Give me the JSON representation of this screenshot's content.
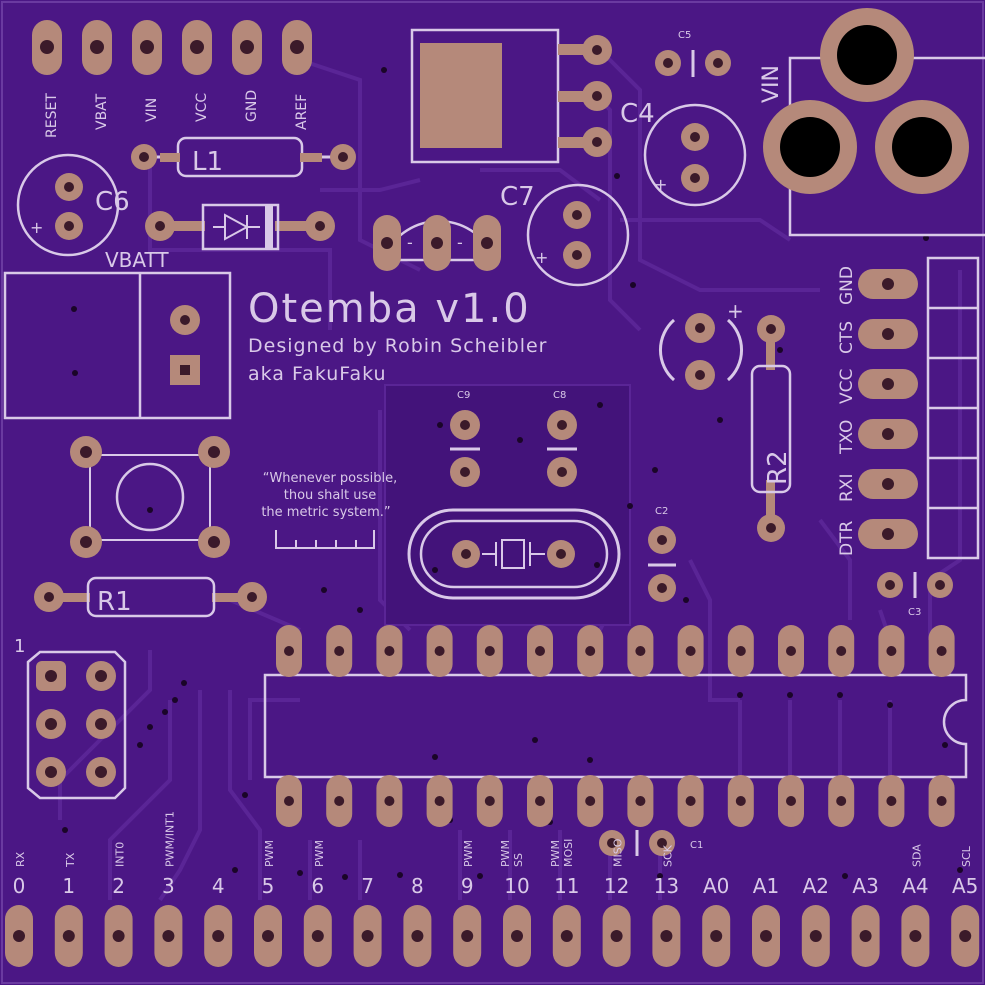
{
  "board": {
    "title": "Otemba v1.0",
    "designer": "Designed by Robin Scheibler",
    "aka": "aka FakuFaku",
    "quote": [
      "“Whenever possible,",
      "thou shalt use",
      "the metric system.”"
    ]
  },
  "colors": {
    "board": "#4b1785",
    "silk": "#d9c9e8",
    "pad": "#b5897a",
    "hole": "#000000"
  },
  "power_header_labels": [
    "RESET",
    "VBAT",
    "VIN",
    "VCC",
    "GND",
    "AREF"
  ],
  "ftdi_labels": [
    "GND",
    "CTS",
    "VCC",
    "TXO",
    "RXI",
    "DTR"
  ],
  "components": {
    "c1": "C1",
    "c2": "C2",
    "c3": "C3",
    "c4": "C4",
    "c5": "C5",
    "c6": "C6",
    "c7": "C7",
    "c8": "C8",
    "c9": "C9",
    "l1": "L1",
    "r1": "R1",
    "r2": "R2",
    "vbatt": "VBATT",
    "vin": "VIN",
    "icsp": "1",
    "minus": "-",
    "plus": "+"
  },
  "bottom_pins": {
    "numbers": [
      "0",
      "1",
      "2",
      "3",
      "4",
      "5",
      "6",
      "7",
      "8",
      "9",
      "10",
      "11",
      "12",
      "13",
      "A0",
      "A1",
      "A2",
      "A3",
      "A4",
      "A5"
    ],
    "functions": [
      [
        "RX"
      ],
      [
        "TX"
      ],
      [
        "INT0"
      ],
      [
        "PWM/INT1"
      ],
      [],
      [
        "PWM"
      ],
      [
        "PWM"
      ],
      [],
      [],
      [
        "PWM"
      ],
      [
        "PWM",
        "SS"
      ],
      [
        "PWM",
        "MOSI"
      ],
      [
        "MISO"
      ],
      [
        "SCK"
      ],
      [],
      [],
      [],
      [],
      [
        "SDA"
      ],
      [
        "SCL"
      ]
    ]
  }
}
